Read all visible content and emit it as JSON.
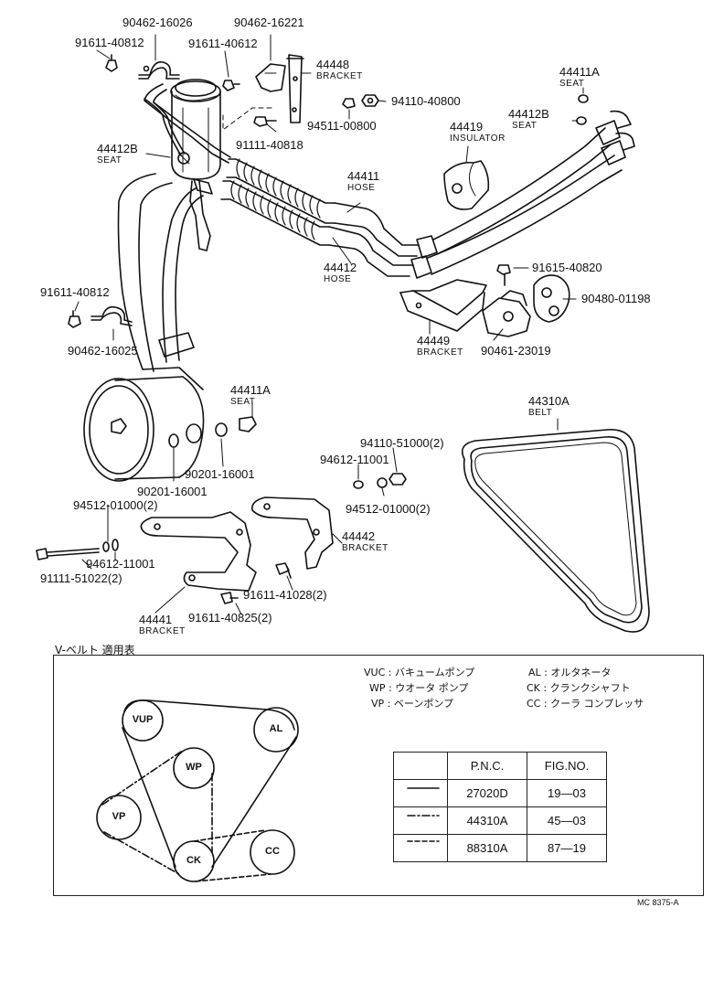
{
  "parts": {
    "p90462_16026": "90462-16026",
    "p91611_40812_top": "91611-40812",
    "p90462_16221": "90462-16221",
    "p91611_40612": "91611-40612",
    "p44448": "44448",
    "p44448_name": "BRACKET",
    "p94110_40800": "94110-40800",
    "p94511_00800": "94511-00800",
    "p91111_40818": "91111-40818",
    "p44411A_top": "44411A",
    "p44411A_top_name": "SEAT",
    "p44412B_right": "44412B",
    "p44412B_right_name": "SEAT",
    "p44419": "44419",
    "p44419_name": "INSULATOR",
    "p44412B_left": "44412B",
    "p44412B_left_name": "SEAT",
    "p44411": "44411",
    "p44411_name": "HOSE",
    "p44412": "44412",
    "p44412_name": "HOSE",
    "p91615_40820": "91615-40820",
    "p90480_01198": "90480-01198",
    "p91611_40812_mid": "91611-40812",
    "p90462_16025": "90462-16025",
    "p44449": "44449",
    "p44449_name": "BRACKET",
    "p90461_23019": "90461-23019",
    "p44411A_mid": "44411A",
    "p44411A_mid_name": "SEAT",
    "p44310A": "44310A",
    "p44310A_name": "BELT",
    "p94110_51000": "94110-51000(2)",
    "p94612_11001_r": "94612-11001",
    "p94512_01000_r": "94512-01000(2)",
    "p90201_16001_a": "90201-16001",
    "p90201_16001_b": "90201-16001",
    "p94512_01000_l": "94512-01000(2)",
    "p94612_11001_l": "94612-11001",
    "p91111_51022": "91111-51022(2)",
    "p44442": "44442",
    "p44442_name": "BRACKET",
    "p91611_41028": "91611-41028(2)",
    "p91611_40825": "91611-40825(2)",
    "p44441": "44441",
    "p44441_name": "BRACKET"
  },
  "legend": {
    "title": "V-ベルト 適用表",
    "abbreviations": [
      {
        "code": "VUC",
        "desc": "バキュームポンプ"
      },
      {
        "code": "WP",
        "desc": "ウオータ ポンプ"
      },
      {
        "code": "VP",
        "desc": "ベーンポンプ"
      },
      {
        "code": "AL",
        "desc": "オルタネータ"
      },
      {
        "code": "CK",
        "desc": "クランクシャフト"
      },
      {
        "code": "CC",
        "desc": "クーラ コンプレッサ"
      }
    ],
    "pulleys": [
      "VUP",
      "AL",
      "WP",
      "VP",
      "CK",
      "CC"
    ],
    "table": {
      "headers": [
        "",
        "P.N.C.",
        "FIG.NO."
      ],
      "rows": [
        {
          "style": "solid",
          "pnc": "27020D",
          "fig": "19—03"
        },
        {
          "style": "dash-dot",
          "pnc": "44310A",
          "fig": "45—03"
        },
        {
          "style": "dashed",
          "pnc": "88310A",
          "fig": "87—19"
        }
      ]
    }
  },
  "footer": {
    "code": "MC 8375-A"
  }
}
